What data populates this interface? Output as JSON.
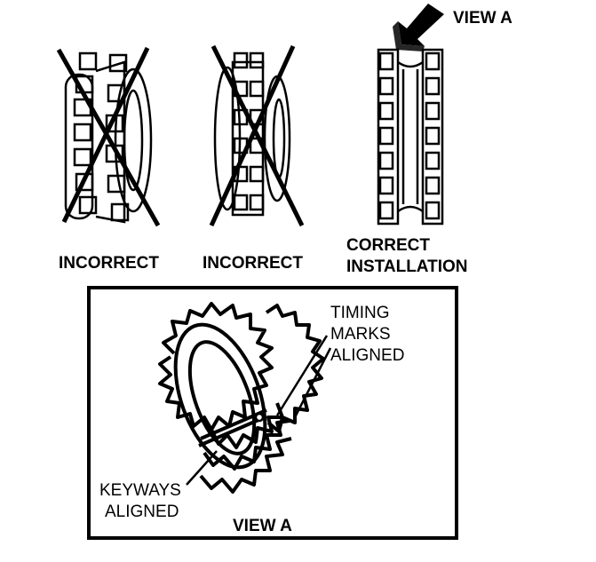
{
  "labels": {
    "view_a_top": "VIEW A",
    "incorrect_1": "INCORRECT",
    "incorrect_2": "INCORRECT",
    "correct_line1": "CORRECT",
    "correct_line2": "INSTALLATION",
    "timing_line1": "TIMING",
    "timing_line2": "MARKS",
    "timing_line3": "ALIGNED",
    "keyways_line1": "KEYWAYS",
    "keyways_line2": "ALIGNED",
    "view_a_bottom": "VIEW A"
  },
  "icons": [
    "view-arrow-icon",
    "incorrect-sprocket-icon",
    "correct-sprocket-icon",
    "sprocket-detail-icon"
  ],
  "colors": {
    "ink": "#000000",
    "paper": "#ffffff"
  }
}
